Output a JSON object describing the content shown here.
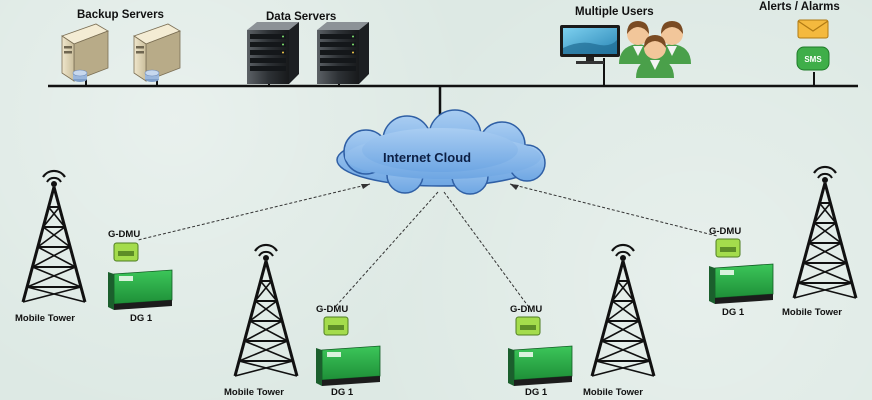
{
  "groups": {
    "backup_servers": "Backup Servers",
    "data_servers": "Data Servers",
    "multiple_users": "Multiple Users",
    "alerts": "Alerts / Alarms"
  },
  "sms_label": "SMS",
  "cloud_label": "Internet Cloud",
  "colors": {
    "background": "#dde9e4",
    "cloud": "#7fb1e8",
    "generator": "#29a844",
    "gdmu": "#a4dc4c",
    "sms": "#3fae49",
    "envelope": "#f4b93e"
  },
  "sites": {
    "left": {
      "gdmu": "G-DMU",
      "dg": "DG 1",
      "tower": "Mobile Tower"
    },
    "center_left": {
      "gdmu": "G-DMU",
      "dg": "DG 1",
      "tower": "Mobile Tower"
    },
    "center_right": {
      "gdmu": "G-DMU",
      "dg": "DG 1",
      "tower": "Mobile Tower"
    },
    "right": {
      "gdmu": "G-DMU",
      "dg": "DG 1",
      "tower": "Mobile Tower"
    }
  }
}
